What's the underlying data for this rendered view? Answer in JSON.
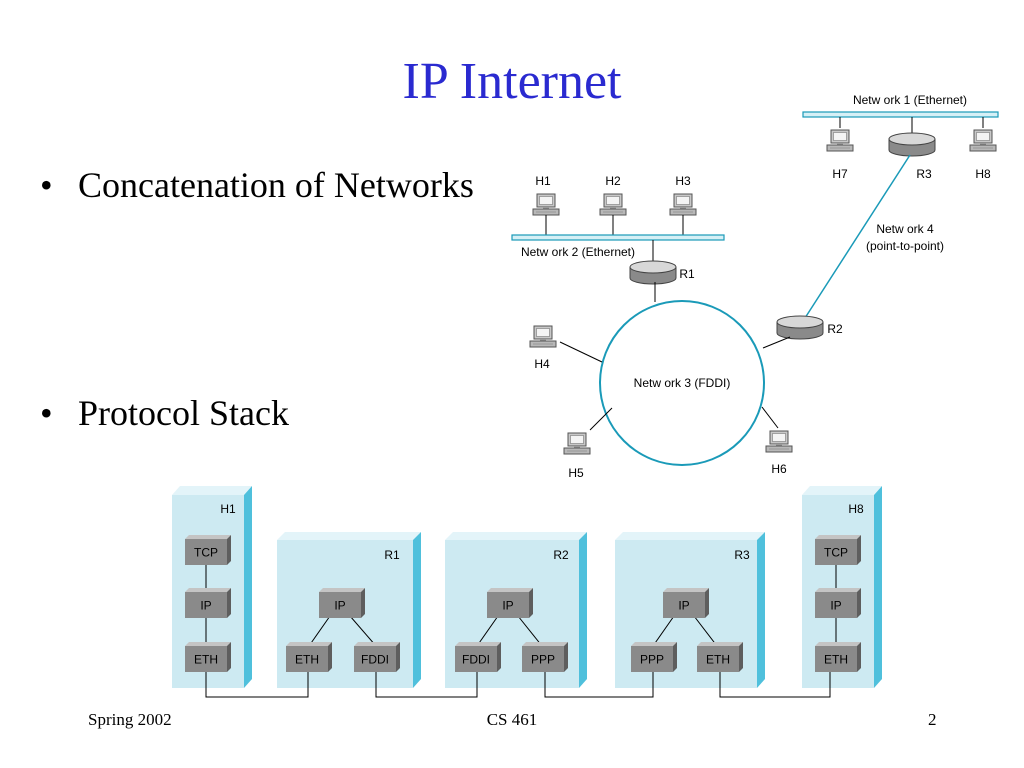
{
  "slide": {
    "title": "IP Internet",
    "bullets": [
      "Concatenation of Networks",
      "Protocol Stack"
    ],
    "footer": {
      "left": "Spring 2002",
      "center": "CS 461",
      "right": "2"
    }
  },
  "topology": {
    "networks": {
      "net1": "Netw ork 1 (Ethernet)",
      "net2": "Netw ork 2 (Ethernet)",
      "net3": "Netw ork 3 (FDDI)",
      "net4_line1": "Netw ork 4",
      "net4_line2": "(point-to-point)"
    },
    "hosts": [
      "H1",
      "H2",
      "H3",
      "H4",
      "H5",
      "H6",
      "H7",
      "H8"
    ],
    "routers": [
      "R1",
      "R2",
      "R3"
    ]
  },
  "stack": {
    "columns": [
      {
        "name": "H1",
        "layers": [
          "TCP",
          "IP",
          "ETH"
        ]
      },
      {
        "name": "R1",
        "layers": [
          "IP",
          "ETH",
          "FDDI"
        ]
      },
      {
        "name": "R2",
        "layers": [
          "IP",
          "FDDI",
          "PPP"
        ]
      },
      {
        "name": "R3",
        "layers": [
          "IP",
          "PPP",
          "ETH"
        ]
      },
      {
        "name": "H8",
        "layers": [
          "TCP",
          "IP",
          "ETH"
        ]
      }
    ]
  },
  "colors": {
    "title": "#2a2ad0",
    "network_line": "#1a9ab8",
    "panel_fill": "#cdeaf2",
    "panel_edge": "#4fc0dc",
    "layer_box": "#8a8a8a"
  }
}
